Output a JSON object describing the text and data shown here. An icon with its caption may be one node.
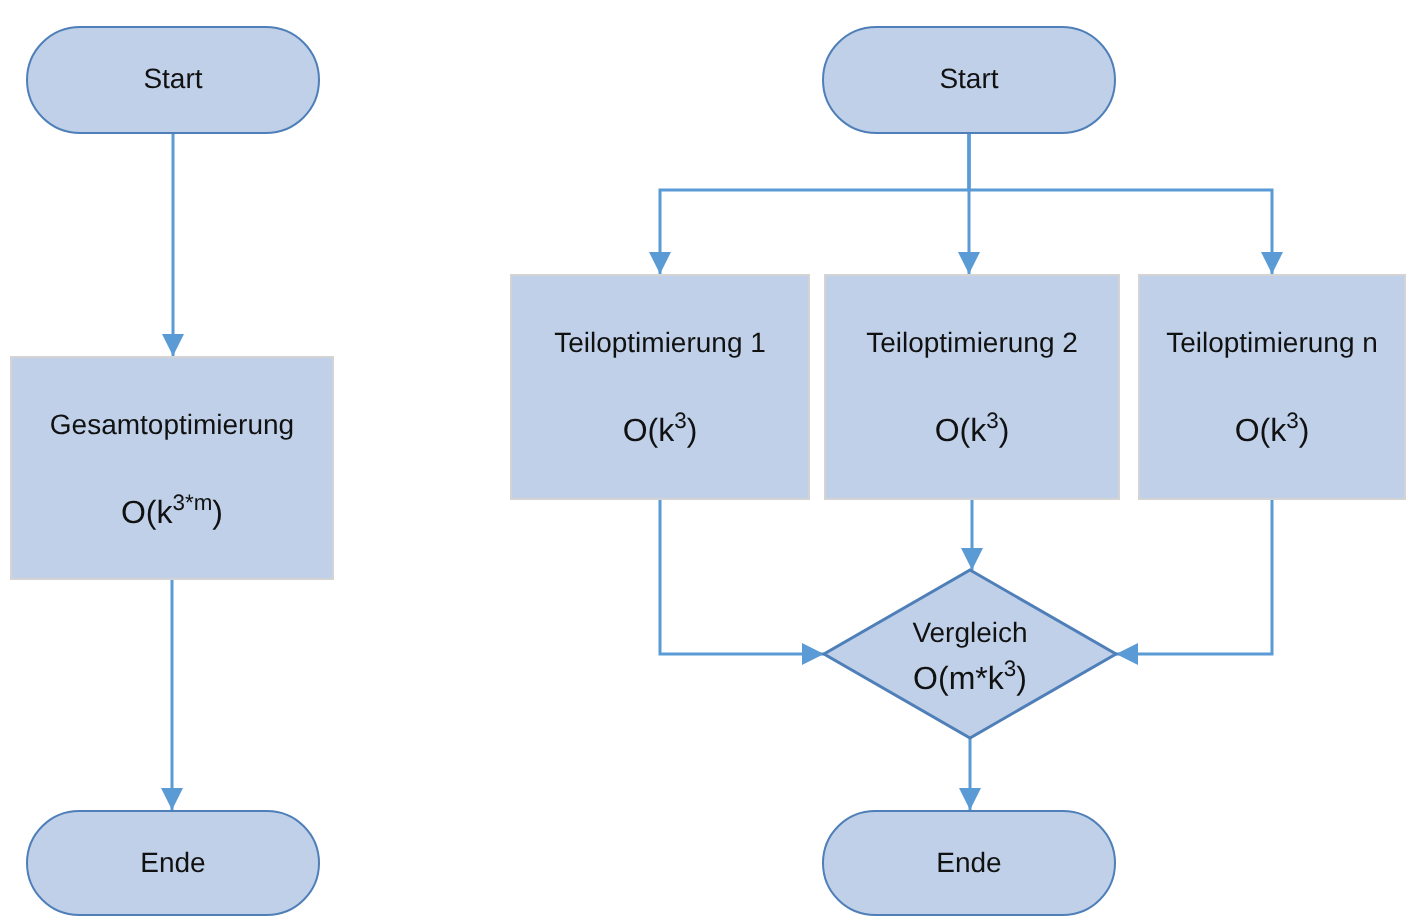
{
  "diagram": {
    "nodes": [
      {
        "text": [
          "Start"
        ]
      },
      {
        "text": [
          "Gesamtoptimierung",
          "O(k$^{3*m}$)"
        ]
      },
      {
        "text": [
          "Ende"
        ]
      },
      {
        "text": [
          "Start"
        ]
      },
      {
        "text": [
          "Teiloptimierung 1",
          "O(k$^{3}$)"
        ]
      },
      {
        "text": [
          "Teiloptimierung 2",
          "O(k$^{3}$)"
        ]
      },
      {
        "text": [
          "Teiloptimierung n",
          "O(k$^{3}$)"
        ]
      },
      {
        "text": [
          "Vergleich",
          "O(m*k$^{3}$)"
        ]
      },
      {
        "text": [
          "Ende"
        ]
      }
    ],
    "edges": [
      {
        "from": 0,
        "to": 1,
        "arrow": "to"
      },
      {
        "from": 1,
        "to": 2,
        "arrow": "to"
      },
      {
        "from": 3,
        "to": 4,
        "arrow": "to"
      },
      {
        "from": 3,
        "to": 5,
        "arrow": "to"
      },
      {
        "from": 3,
        "to": 6,
        "arrow": "to"
      },
      {
        "from": 4,
        "to": 7,
        "arrow": "to"
      },
      {
        "from": 5,
        "to": 7,
        "arrow": "to"
      },
      {
        "from": 6,
        "to": 7,
        "arrow": "to"
      },
      {
        "from": 7,
        "to": 8,
        "arrow": "to"
      }
    ]
  }
}
